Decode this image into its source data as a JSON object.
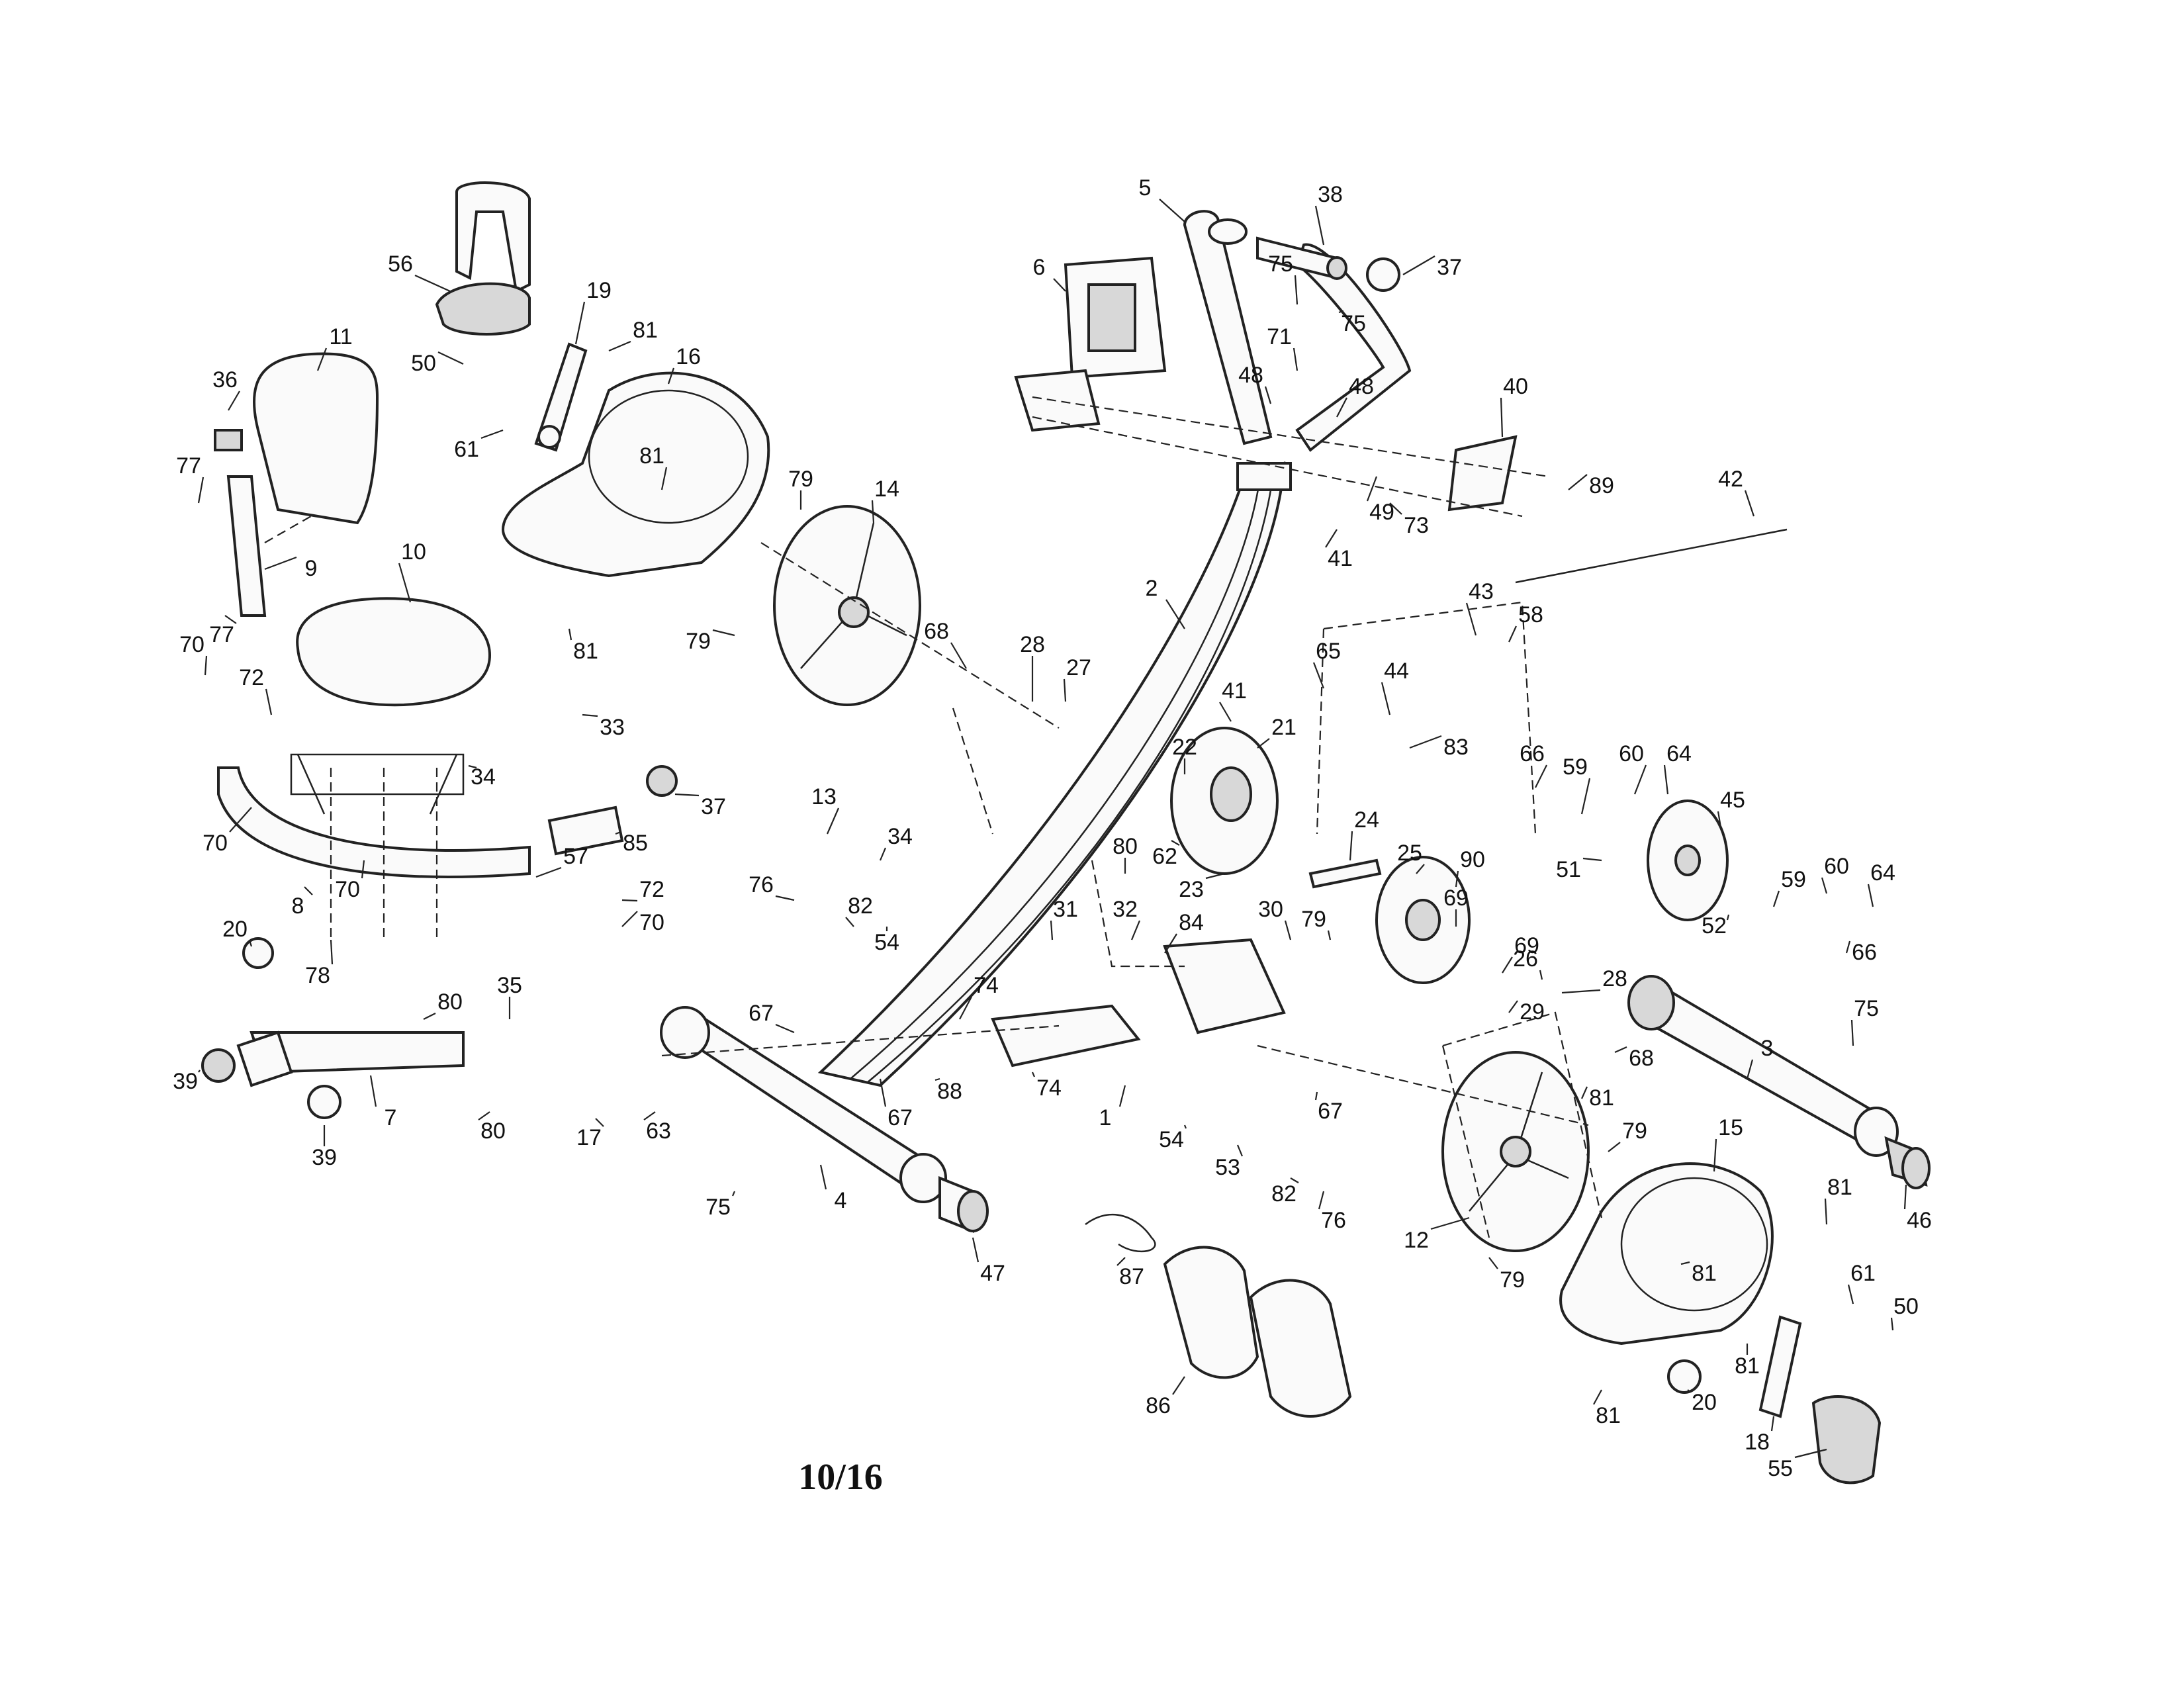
{
  "page_number": "10/16",
  "callouts": [
    "1",
    "2",
    "3",
    "4",
    "5",
    "6",
    "7",
    "8",
    "9",
    "10",
    "11",
    "12",
    "13",
    "14",
    "15",
    "16",
    "17",
    "18",
    "19",
    "20",
    "20",
    "21",
    "22",
    "23",
    "24",
    "25",
    "26",
    "27",
    "28",
    "28",
    "29",
    "30",
    "31",
    "32",
    "33",
    "34",
    "34",
    "35",
    "36",
    "37",
    "37",
    "38",
    "39",
    "39",
    "40",
    "41",
    "41",
    "42",
    "43",
    "44",
    "45",
    "46",
    "47",
    "48",
    "48",
    "49",
    "50",
    "50",
    "51",
    "52",
    "53",
    "54",
    "54",
    "55",
    "56",
    "57",
    "58",
    "59",
    "59",
    "60",
    "60",
    "61",
    "61",
    "62",
    "63",
    "64",
    "64",
    "65",
    "66",
    "66",
    "67",
    "67",
    "67",
    "68",
    "68",
    "69",
    "69",
    "70",
    "70",
    "70",
    "70",
    "71",
    "72",
    "72",
    "73",
    "74",
    "74",
    "75",
    "75",
    "75",
    "75",
    "76",
    "76",
    "77",
    "77",
    "78",
    "79",
    "79",
    "79",
    "79",
    "79",
    "80",
    "80",
    "80",
    "81",
    "81",
    "81",
    "81",
    "81",
    "81",
    "81",
    "81",
    "82",
    "82",
    "83",
    "84",
    "85",
    "86",
    "87",
    "88",
    "89",
    "90"
  ]
}
